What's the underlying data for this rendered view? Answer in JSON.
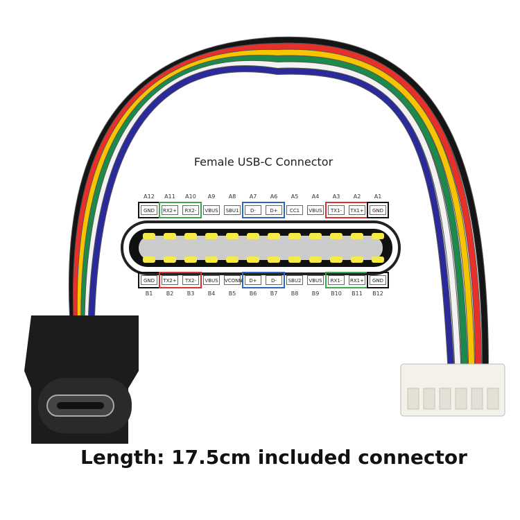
{
  "title": "Female USB-C Connector",
  "caption": "Length: 17.5cm included connector",
  "top_pins": [
    {
      "num": "A12",
      "label": "GND"
    },
    {
      "num": "A11",
      "label": "RX2+"
    },
    {
      "num": "A10",
      "label": "RX2-"
    },
    {
      "num": "A9",
      "label": "VBUS"
    },
    {
      "num": "A8",
      "label": "SBU1"
    },
    {
      "num": "A7",
      "label": "D-"
    },
    {
      "num": "A6",
      "label": "D+"
    },
    {
      "num": "A5",
      "label": "CC1"
    },
    {
      "num": "A4",
      "label": "VBUS"
    },
    {
      "num": "A3",
      "label": "TX1-"
    },
    {
      "num": "A2",
      "label": "TX1+"
    },
    {
      "num": "A1",
      "label": "GND"
    }
  ],
  "bottom_pins": [
    {
      "num": "B1",
      "label": "GND"
    },
    {
      "num": "B2",
      "label": "TX2+"
    },
    {
      "num": "B3",
      "label": "TX2-"
    },
    {
      "num": "B4",
      "label": "VBUS"
    },
    {
      "num": "B5",
      "label": "VCONN"
    },
    {
      "num": "B6",
      "label": "D+"
    },
    {
      "num": "B7",
      "label": "D-"
    },
    {
      "num": "B8",
      "label": "SBU2"
    },
    {
      "num": "B9",
      "label": "VBUS"
    },
    {
      "num": "B10",
      "label": "RX1-"
    },
    {
      "num": "B11",
      "label": "RX1+"
    },
    {
      "num": "B12",
      "label": "GND"
    }
  ],
  "colors": {
    "gnd": "#111111",
    "usb2": "#2a66c0",
    "ss_rx": "#3aa84a",
    "ss_tx": "#d83030",
    "contact": "#f5ea4a"
  },
  "wire_colors": [
    "#151515",
    "#e8302a",
    "#f8c400",
    "#1b8a4a",
    "#f2f2f2",
    "#2a2a9a"
  ]
}
